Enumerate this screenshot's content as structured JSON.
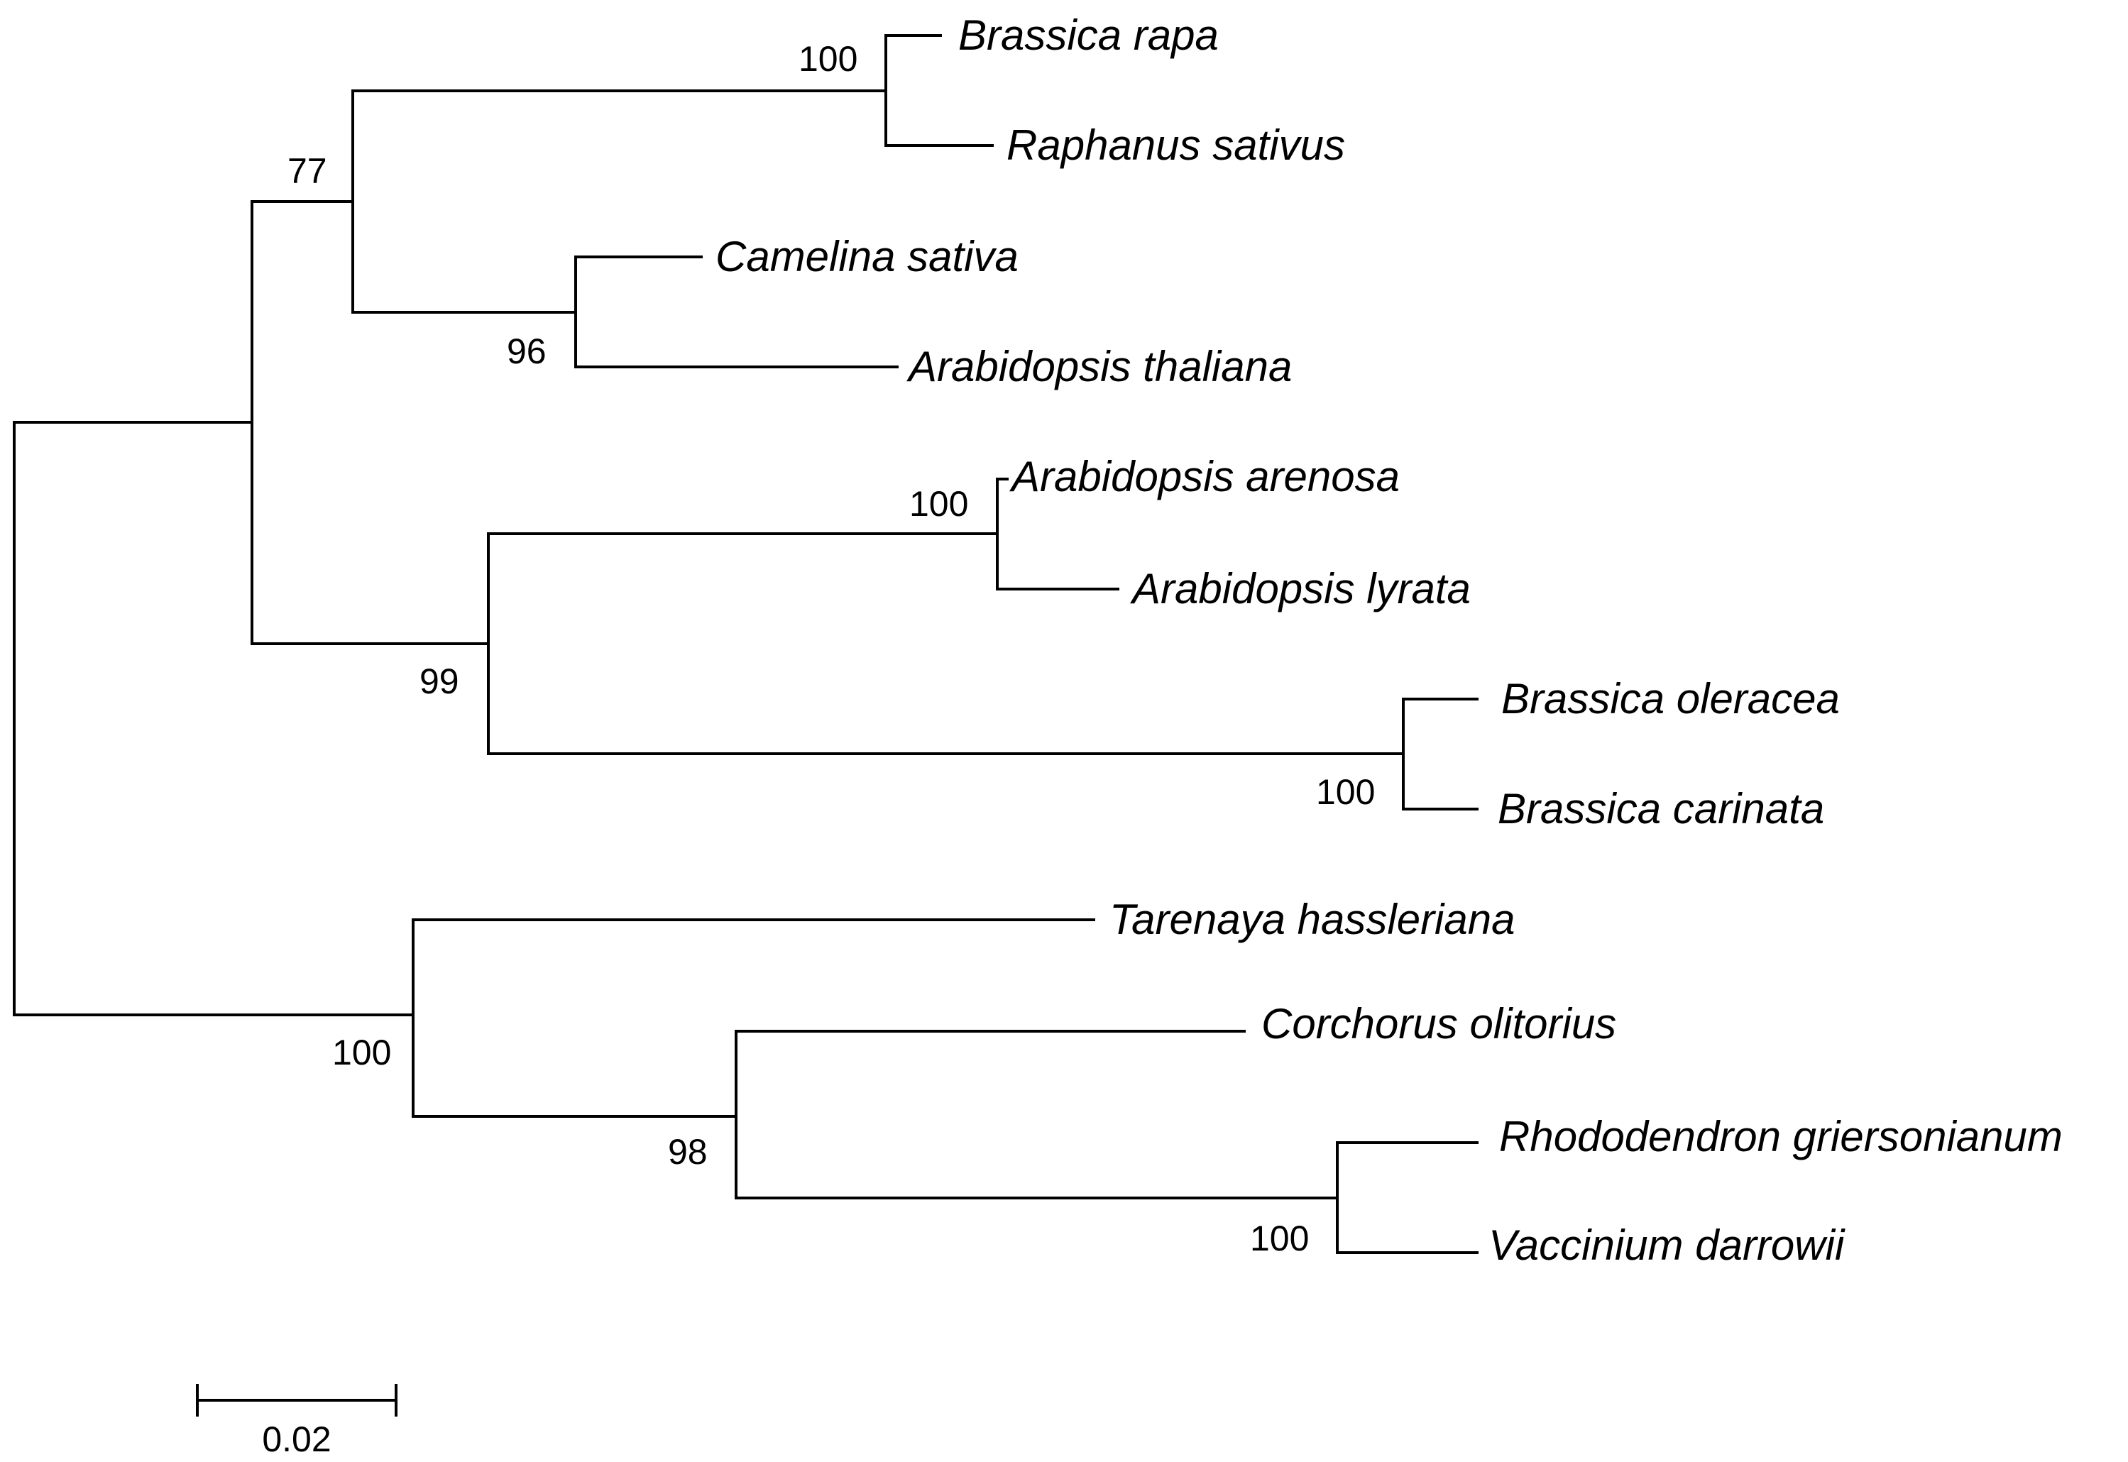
{
  "tree": {
    "leaves": [
      {
        "id": "brassica-rapa",
        "name": "Brassica rapa"
      },
      {
        "id": "raphanus-sativus",
        "name": "Raphanus sativus"
      },
      {
        "id": "camelina-sativa",
        "name": "Camelina sativa"
      },
      {
        "id": "arabidopsis-thaliana",
        "name": "Arabidopsis thaliana"
      },
      {
        "id": "arabidopsis-arenosa",
        "name": "Arabidopsis arenosa"
      },
      {
        "id": "arabidopsis-lyrata",
        "name": "Arabidopsis lyrata"
      },
      {
        "id": "brassica-oleracea",
        "name": "Brassica oleracea"
      },
      {
        "id": "brassica-carinata",
        "name": "Brassica carinata"
      },
      {
        "id": "tarenaya-hassleriana",
        "name": "Tarenaya hassleriana"
      },
      {
        "id": "corchorus-olitorius",
        "name": "Corchorus olitorius"
      },
      {
        "id": "rhododendron-griersonianum",
        "name": "Rhododendron griersonianum"
      },
      {
        "id": "vaccinium-darrowii",
        "name": "Vaccinium darrowii"
      }
    ],
    "support_values": [
      {
        "clade": "brassica-rapa+raphanus-sativus",
        "value": "100"
      },
      {
        "clade": "rapa-raphanus+camelina-thaliana",
        "value": "77"
      },
      {
        "clade": "camelina-sativa+arabidopsis-thaliana",
        "value": "96"
      },
      {
        "clade": "arabidopsis-arenosa+arabidopsis-lyrata",
        "value": "100"
      },
      {
        "clade": "arenosa-lyrata+oleracea-carinata",
        "value": "99"
      },
      {
        "clade": "brassica-oleracea+brassica-carinata",
        "value": "100"
      },
      {
        "clade": "tarenaya+corchorus-rhododendron-vaccinium",
        "value": "100"
      },
      {
        "clade": "corchorus+rhododendron-vaccinium",
        "value": "98"
      },
      {
        "clade": "rhododendron-griersonianum+vaccinium-darrowii",
        "value": "100"
      }
    ]
  },
  "scale_bar": {
    "label": "0.02",
    "value": 0.02
  }
}
